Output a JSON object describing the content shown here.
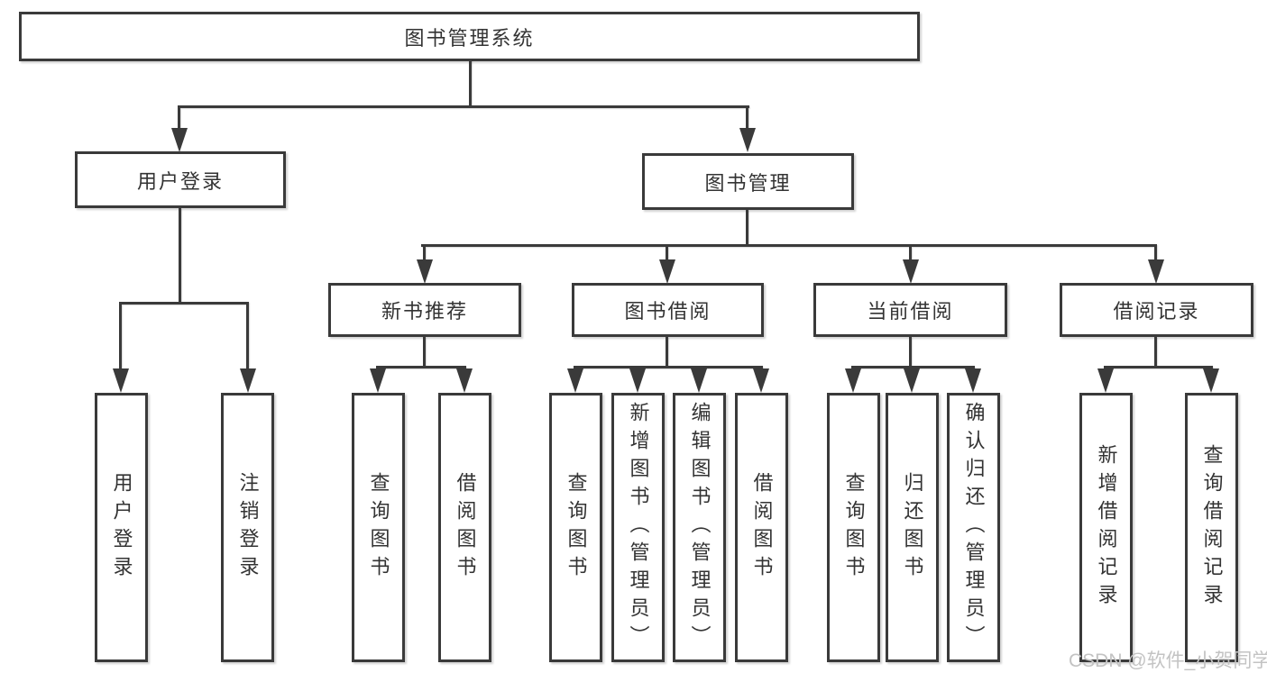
{
  "diagram": {
    "root": {
      "label": "图书管理系统"
    },
    "level2": [
      {
        "label": "用户登录",
        "leaves": [
          {
            "label": "用户登录"
          },
          {
            "label": "注销登录"
          }
        ]
      },
      {
        "label": "图书管理",
        "groups": [
          {
            "label": "新书推荐",
            "leaves": [
              {
                "label": "查询图书"
              },
              {
                "label": "借阅图书"
              }
            ]
          },
          {
            "label": "图书借阅",
            "leaves": [
              {
                "label": "查询图书"
              },
              {
                "label": "新增图书（管理员）"
              },
              {
                "label": "编辑图书（管理员）"
              },
              {
                "label": "借阅图书"
              }
            ]
          },
          {
            "label": "当前借阅",
            "leaves": [
              {
                "label": "查询图书"
              },
              {
                "label": "归还图书"
              },
              {
                "label": "确认归还（管理员）"
              }
            ]
          },
          {
            "label": "借阅记录",
            "leaves": [
              {
                "label": "新增借阅记录"
              },
              {
                "label": "查询借阅记录"
              }
            ]
          }
        ]
      }
    ]
  },
  "watermark": {
    "text": "CSDN @软件_小贺同学"
  },
  "colors": {
    "line": "#3a3a3a",
    "text": "#333333",
    "watermark": "#c3c3c3",
    "background": "#ffffff"
  }
}
